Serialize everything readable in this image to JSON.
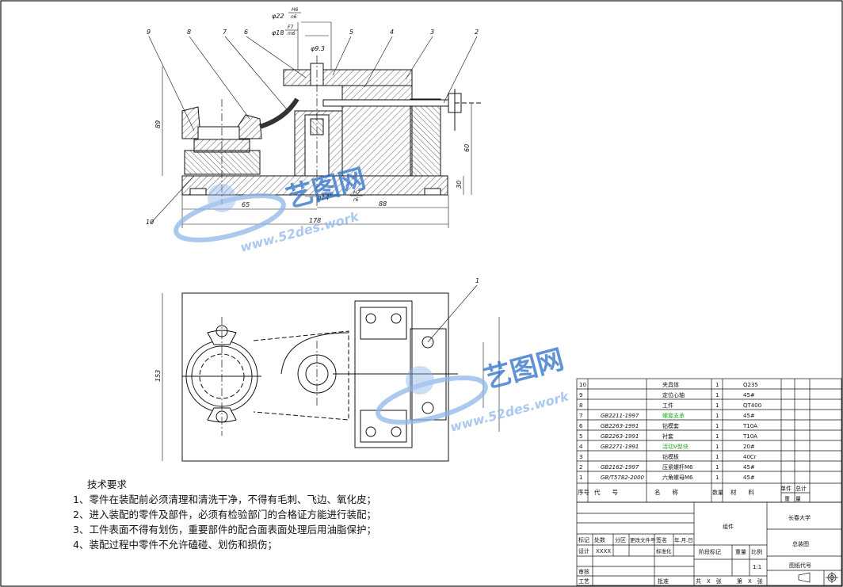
{
  "watermark": {
    "brand": "艺图网",
    "url": "www.52des.work"
  },
  "colors": {
    "line": "#111111",
    "hatch": "#333333",
    "watermark_blue": "#2a6fc9",
    "watermark_light": "#8fb6ea",
    "green_text": "#22aa22"
  },
  "front_view": {
    "leaders": [
      "9",
      "8",
      "7",
      "6",
      "5",
      "4",
      "3",
      "2"
    ],
    "leader_10": "10",
    "fits": [
      {
        "dia": "φ22",
        "num": "H6",
        "den": "n6"
      },
      {
        "dia": "φ18",
        "num": "F7",
        "den": "m6"
      },
      {
        "dia": "φ14",
        "num": "H7",
        "den": "r6"
      }
    ],
    "dims": {
      "d65": "65",
      "d88": "88",
      "d178": "178",
      "d60": "60",
      "d30": "30",
      "d89": "89",
      "d9": "φ9.3"
    }
  },
  "top_view": {
    "leader_1": "1",
    "dim_height": "153"
  },
  "tech_req": {
    "title": "技术要求",
    "items": [
      "1、零件在装配前必须清理和清洗干净，不得有毛刺、飞边、氧化皮；",
      "2、进入装配的零件及部件，必须有检验部门的合格证方能进行装配；",
      "3、工件表面不得有划伤，重要部件的配合面表面处理后用油脂保护；",
      "4、装配过程中零件不允许磕碰、划伤和损伤；"
    ]
  },
  "bom": {
    "rows": [
      {
        "no": "10",
        "code": "",
        "name": "夹具体",
        "qty": "1",
        "material": "Q235"
      },
      {
        "no": "9",
        "code": "",
        "name": "定位心轴",
        "qty": "1",
        "material": "45#"
      },
      {
        "no": "8",
        "code": "",
        "name": "工件",
        "qty": "1",
        "material": "QT400"
      },
      {
        "no": "7",
        "code": "GB2211-1997",
        "name": "螺旋支承",
        "qty": "1",
        "material": "45#",
        "green": true
      },
      {
        "no": "6",
        "code": "GB2263-1991",
        "name": "钻模套",
        "qty": "1",
        "material": "T10A"
      },
      {
        "no": "5",
        "code": "GB2263-1991",
        "name": "衬套",
        "qty": "1",
        "material": "T10A"
      },
      {
        "no": "4",
        "code": "GB2271-1991",
        "name": "活动V型块",
        "qty": "1",
        "material": "20#",
        "green": true
      },
      {
        "no": "3",
        "code": "",
        "name": "钻模板",
        "qty": "1",
        "material": "40Cr"
      },
      {
        "no": "2",
        "code": "GB2162-1997",
        "name": "压紧螺杆M6",
        "qty": "1",
        "material": "45#"
      },
      {
        "no": "1",
        "code": "GB/T5782-2000",
        "name": "六角螺母M6",
        "qty": "1",
        "material": "45#"
      }
    ],
    "header": {
      "no": "序号",
      "code": "代　　号",
      "name": "名　　称",
      "qty": "数量",
      "material": "材　　料",
      "unit_weight": "单件",
      "total_weight": "总计",
      "weight": "重　量"
    }
  },
  "title_block": {
    "group": "组件",
    "school": "长春大学",
    "drawing_name": "总装图",
    "drawing_no": "图纸代号",
    "scale": "1:1",
    "labels": {
      "mark": "标记",
      "count": "处数",
      "zone": "分区",
      "change_doc": "更改文件号",
      "sign": "签名",
      "date": "年.月.日",
      "design": "设计",
      "designer": "XXXX",
      "standard": "标准化",
      "stage": "阶段标记",
      "weight": "重量",
      "scale_label": "比例",
      "review": "审核",
      "process": "工艺",
      "approve": "批准",
      "sheets": "共　X　张",
      "sheet_no": "第　X　张"
    }
  }
}
